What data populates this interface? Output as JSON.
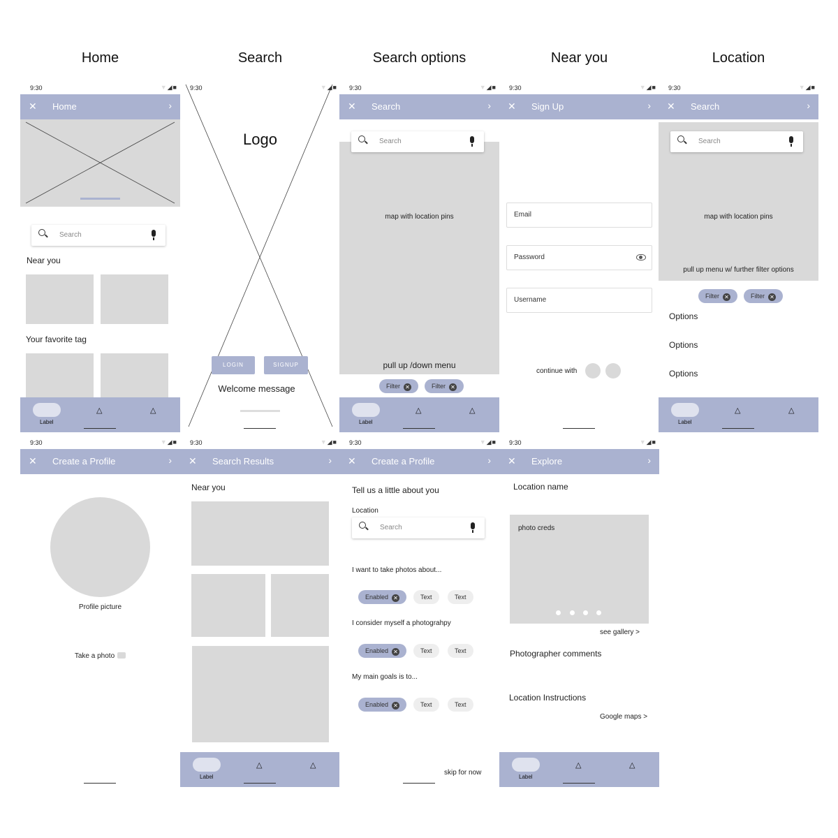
{
  "column_titles": [
    "Home",
    "Search",
    "Search options",
    "Near you",
    "Location"
  ],
  "status": {
    "time": "9:30"
  },
  "nav": {
    "label": "Label"
  },
  "home": {
    "appbar_title": "Home",
    "search_placeholder": "Search",
    "near_you": "Near you",
    "favorite_tag": "Your favorite tag"
  },
  "splash": {
    "logo": "Logo",
    "login_label": "LOGIN",
    "signup_label": "SIGNUP",
    "welcome": "Welcome message"
  },
  "search_options": {
    "appbar_title": "Search",
    "search_placeholder": "Search",
    "map_text": "map with location pins",
    "menu_text": "pull up /down menu",
    "filters": [
      "Filter",
      "Filter"
    ]
  },
  "near_you": {
    "appbar_title": "Sign Up",
    "email": "Email",
    "password": "Password",
    "username": "Username",
    "continue_with": "continue with"
  },
  "location": {
    "appbar_title": "Search",
    "search_placeholder": "Search",
    "map_text": "map with location pins",
    "menu_text": "pull up menu w/ further filter options",
    "filters": [
      "Filter",
      "Filter"
    ],
    "options": [
      "Options",
      "Options",
      "Options"
    ]
  },
  "create_profile": {
    "appbar_title": "Create a Profile",
    "profile_picture": "Profile picture",
    "take_photo": "Take a photo"
  },
  "search_results": {
    "appbar_title": "Search Results",
    "near_you": "Near you"
  },
  "profile_details": {
    "appbar_title": "Create a Profile",
    "heading": "Tell us a little about you",
    "location_label": "Location",
    "search_placeholder": "Search",
    "q1": "I want to take photos about...",
    "q2": "I consider myself a photograhpy",
    "q3": "My main goals is to...",
    "chip_enabled": "Enabled",
    "chip_text": "Text",
    "skip": "skip for now"
  },
  "explore": {
    "appbar_title": "Explore",
    "location_name": "Location name",
    "photo_creds": "photo creds",
    "see_gallery": "see gallery >",
    "photographer_comments": "Photographer comments",
    "location_instructions": "Location Instructions",
    "google_maps": "Google maps >"
  }
}
